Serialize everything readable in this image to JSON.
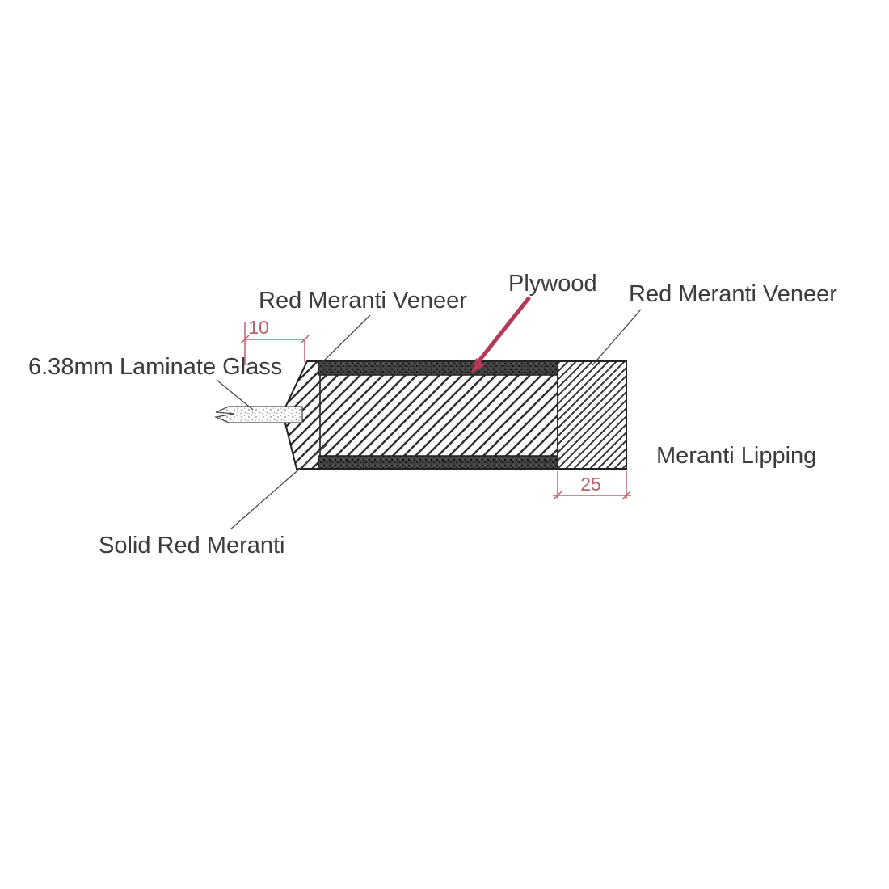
{
  "diagram": {
    "type": "door-edge-cross-section",
    "labels": {
      "veneer_left": "Red Meranti Veneer",
      "plywood": "Plywood",
      "veneer_right": "Red Meranti Veneer",
      "glass": "6.38mm Laminate Glass",
      "lipping": "Meranti Lipping",
      "solid_meranti": "Solid Red Meranti"
    },
    "dimensions": {
      "top_offset_mm": "10",
      "lipping_width_mm": "25"
    },
    "colors": {
      "dimension_red": "#c0616e",
      "arrow_red": "#b43a55",
      "hatch_dark": "#2e2e2e",
      "text_dark": "#3c3c3c",
      "background": "#ffffff"
    }
  }
}
